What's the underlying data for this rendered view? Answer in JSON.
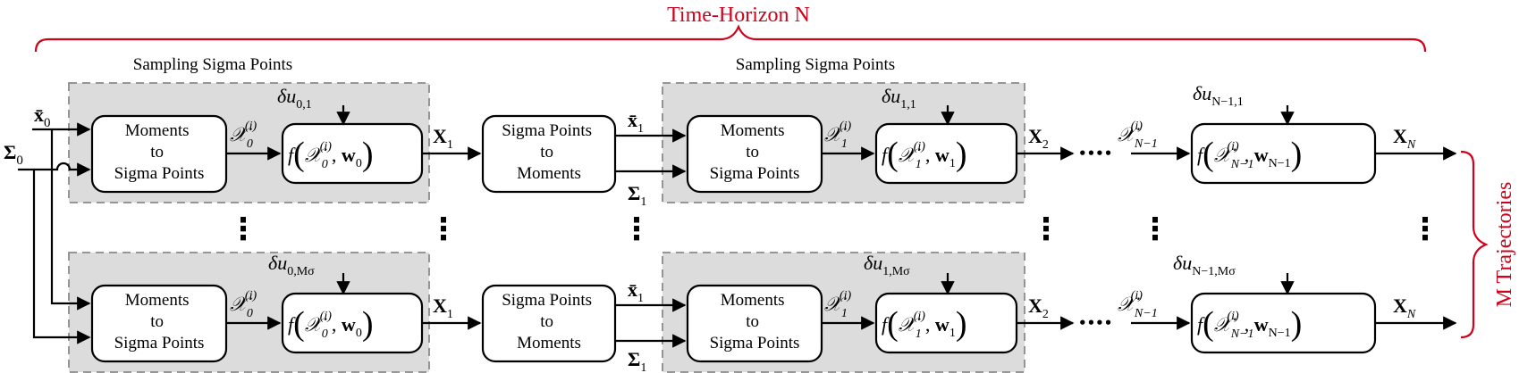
{
  "top_label": "Time-Horizon N",
  "top_label_var": "N",
  "right_label": "M Trajectories",
  "right_label_var": "M",
  "sampling_label": "Sampling Sigma Points",
  "block_moments_to_sigma": [
    "Moments",
    "to",
    "Sigma Points"
  ],
  "block_sigma_to_moments": [
    "Sigma Points",
    "to",
    "Moments"
  ],
  "ellipsis_dots": "••••",
  "vertical_dots": "⋮",
  "inputs": {
    "x_bar0": "x̄",
    "x_bar0_sub": "0",
    "Sigma0": "Σ",
    "Sigma0_sub": "0"
  },
  "rows": [
    {
      "delta_u0": "δu",
      "delta_u0_sub": "0,1",
      "delta_u1": "δu",
      "delta_u1_sub": "1,1",
      "delta_uN": "δu",
      "delta_uN_sub": "N−1,1"
    },
    {
      "delta_u0": "δu",
      "delta_u0_sub": "0,Mσ",
      "delta_u1": "δu",
      "delta_u1_sub": "1,Mσ",
      "delta_uN": "δu",
      "delta_uN_sub": "N−1,Mσ"
    }
  ],
  "f0": {
    "f": "f",
    "chi": "𝒳",
    "chi_sub": "0",
    "chi_sup": "(i)",
    "w": "w",
    "w_sub": "0"
  },
  "f1": {
    "f": "f",
    "chi": "𝒳",
    "chi_sub": "1",
    "chi_sup": "(i)",
    "w": "w",
    "w_sub": "1"
  },
  "fN": {
    "f": "f",
    "chi": "𝒳",
    "chi_sub": "N−1",
    "chi_sup": "(i)",
    "w": "w",
    "w_sub": "N−1"
  },
  "signals": {
    "chi0": "𝒳",
    "chi0_sub": "0",
    "chi0_sup": "(i)",
    "chi1": "𝒳",
    "chi1_sub": "1",
    "chi1_sup": "(i)",
    "chiN": "𝒳",
    "chiN_sub": "N−1",
    "chiN_sup": "(i)",
    "X1": "X",
    "X1_sub": "1",
    "X2": "X",
    "X2_sub": "2",
    "XN": "X",
    "XN_sub": "N",
    "x_bar1": "x̄",
    "x_bar1_sub": "1",
    "Sigma1": "Σ",
    "Sigma1_sub": "1"
  }
}
